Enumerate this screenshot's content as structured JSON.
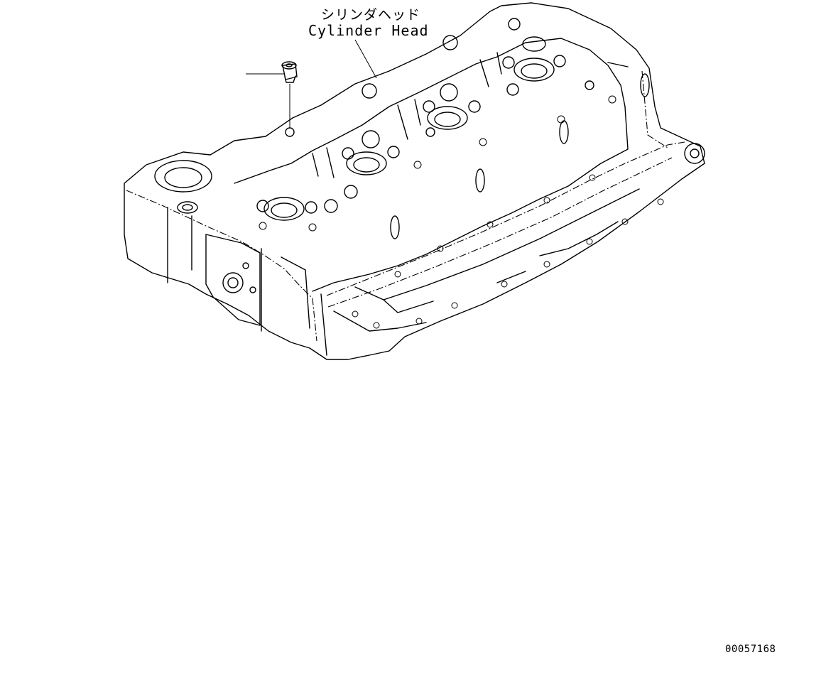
{
  "callout": {
    "label_jp": "シリンダヘッド",
    "label_en": "Cylinder Head"
  },
  "drawing_number": "00057168",
  "icons": {
    "part": "plug-icon",
    "assembly": "cylinder-head-drawing"
  }
}
